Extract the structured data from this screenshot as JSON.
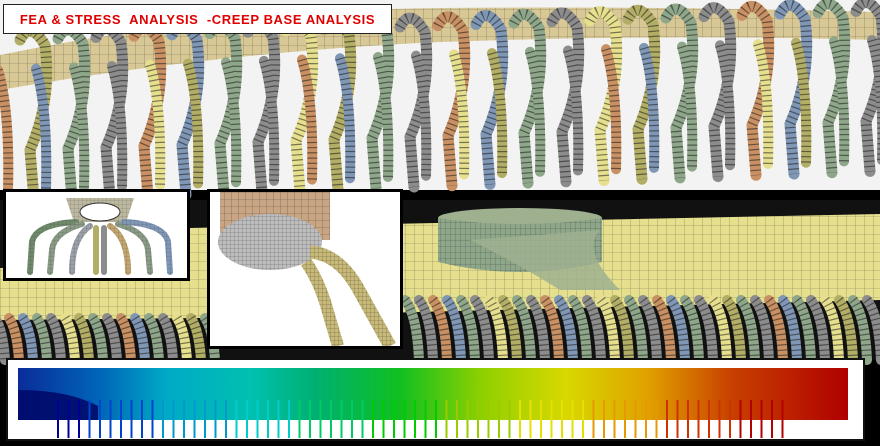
{
  "title": {
    "text": "FEA & STRESS  ANALYSIS  -CREEP BASE ANALYSIS"
  },
  "colors": {
    "title_red": "#e00000",
    "mesh_yellow": "#e6e08e",
    "mesh_green": "#8ea689",
    "mesh_gray": "#8c8c8c",
    "mesh_orange": "#c89063",
    "mesh_blue": "#7f97b5",
    "mesh_olive": "#b3ae65",
    "legend_scale": [
      "#000099",
      "#0044cc",
      "#0099cc",
      "#00cccc",
      "#00cc66",
      "#00cc00",
      "#99cc00",
      "#e6e000",
      "#e69900",
      "#cc3300",
      "#b30000"
    ]
  },
  "figure": {
    "top_region": "tube-bundle-mesh-upper",
    "bottom_region": "header-with-tube-bundle",
    "inset_left": "tube-to-header-cluster-detail",
    "inset_middle": "stub-tube-weld-detail",
    "legend": "stress-contour-legend"
  }
}
